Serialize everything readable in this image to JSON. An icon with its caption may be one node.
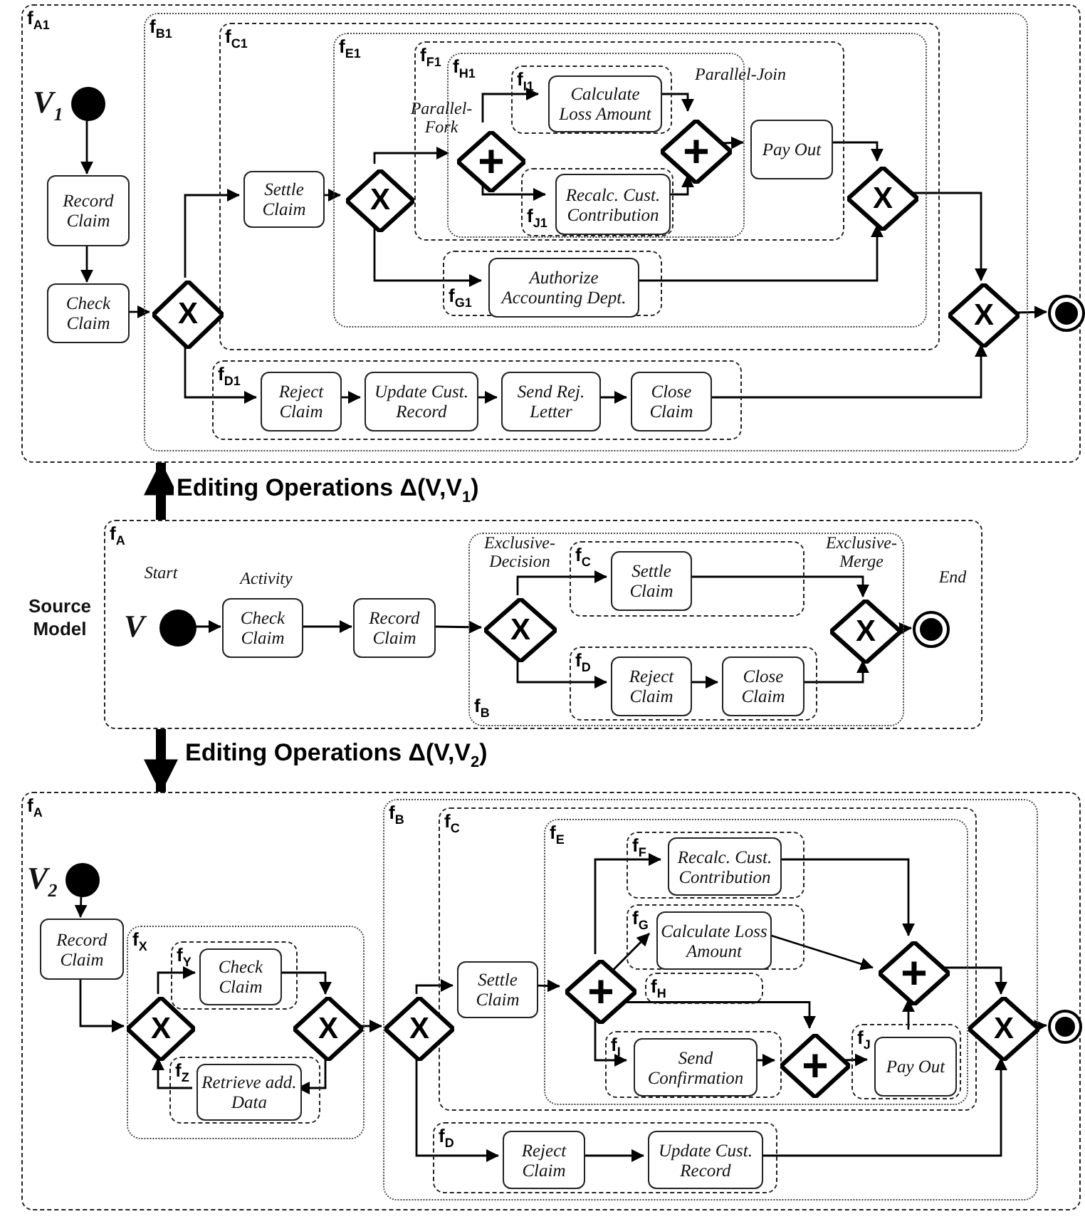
{
  "diagram": {
    "nodes": [
      {
        "text": [
          "f$_{A1}$"
        ]
      },
      {
        "text": [],
        "shape": "circle",
        "in": 0,
        "beside": [
          "V$_{1}$"
        ]
      },
      {
        "text": [
          "Record Claim"
        ],
        "in": 0
      },
      {
        "text": [
          "Check Claim"
        ],
        "in": 0
      },
      {
        "text": [
          "f$_{B1}$"
        ],
        "in": 0
      },
      {
        "text": [
          "X"
        ],
        "in": 4
      },
      {
        "text": [
          "f$_{C1}$"
        ],
        "in": 4
      },
      {
        "text": [
          "Settle Claim"
        ],
        "in": 6
      },
      {
        "text": [
          "f$_{E1}$"
        ],
        "in": 6
      },
      {
        "text": [
          "X"
        ],
        "in": 8
      },
      {
        "text": [
          "f$_{F1}$"
        ],
        "in": 8
      },
      {
        "text": [
          "f$_{H1}$"
        ],
        "in": 10
      },
      {
        "text": [
          "+"
        ],
        "in": 11,
        "beside": [
          "Parallel-Fork"
        ]
      },
      {
        "text": [
          "f$_{I1}$"
        ],
        "in": 11
      },
      {
        "text": [
          "Calculate Loss Amount"
        ],
        "in": 13
      },
      {
        "text": [
          "f$_{J1}$"
        ],
        "in": 11
      },
      {
        "text": [
          "Recalc. Cust. Contribution"
        ],
        "in": 15
      },
      {
        "text": [
          "+"
        ],
        "in": 11,
        "beside": [
          "Parallel-Join"
        ]
      },
      {
        "text": [
          "Pay Out"
        ],
        "in": 10
      },
      {
        "text": [
          "f$_{G1}$"
        ],
        "in": 8
      },
      {
        "text": [
          "Authorize Accounting Dept."
        ],
        "in": 19
      },
      {
        "text": [
          "X"
        ],
        "in": 8
      },
      {
        "text": [
          "f$_{D1}$"
        ],
        "in": 4
      },
      {
        "text": [
          "Reject Claim"
        ],
        "in": 22
      },
      {
        "text": [
          "Update Cust. Record"
        ],
        "in": 22
      },
      {
        "text": [
          "Send Rej. Letter"
        ],
        "in": 22
      },
      {
        "text": [
          "Close Claim"
        ],
        "in": 22
      },
      {
        "text": [
          "X"
        ],
        "in": 4
      },
      {
        "text": [],
        "shape": "circle",
        "in": 0
      },
      {
        "text": [
          "f$_{A}$"
        ],
        "beside": [
          "Source Model"
        ]
      },
      {
        "text": [],
        "shape": "circle",
        "in": 29,
        "beside": [
          "V",
          "Start"
        ]
      },
      {
        "text": [
          "Check Claim"
        ],
        "in": 29,
        "beside": [
          "Activity"
        ]
      },
      {
        "text": [
          "Record Claim"
        ],
        "in": 29
      },
      {
        "text": [
          "f$_{B}$"
        ],
        "in": 29
      },
      {
        "text": [
          "X"
        ],
        "in": 33,
        "beside": [
          "Exclusive-Decision"
        ]
      },
      {
        "text": [
          "f$_{C}$"
        ],
        "in": 33
      },
      {
        "text": [
          "Settle Claim"
        ],
        "in": 35
      },
      {
        "text": [
          "f$_{D}$"
        ],
        "in": 33
      },
      {
        "text": [
          "Reject Claim"
        ],
        "in": 37
      },
      {
        "text": [
          "Close Claim"
        ],
        "in": 37
      },
      {
        "text": [
          "X"
        ],
        "in": 33,
        "beside": [
          "Exclusive-Merge"
        ]
      },
      {
        "text": [],
        "shape": "circle",
        "in": 29,
        "beside": [
          "End"
        ]
      },
      {
        "text": [
          "f$_{A}$"
        ]
      },
      {
        "text": [],
        "shape": "circle",
        "in": 42,
        "beside": [
          "V$_{2}$"
        ]
      },
      {
        "text": [
          "Record Claim"
        ],
        "in": 42
      },
      {
        "text": [
          "f$_{X}$"
        ],
        "in": 42
      },
      {
        "text": [
          "X"
        ],
        "in": 45
      },
      {
        "text": [
          "f$_{Y}$"
        ],
        "in": 45
      },
      {
        "text": [
          "Check Claim"
        ],
        "in": 47
      },
      {
        "text": [
          "X"
        ],
        "in": 45
      },
      {
        "text": [
          "f$_{Z}$"
        ],
        "in": 45
      },
      {
        "text": [
          "Retrieve add. Data"
        ],
        "in": 50
      },
      {
        "text": [
          "f$_{B}$"
        ],
        "in": 42
      },
      {
        "text": [
          "X"
        ],
        "in": 52
      },
      {
        "text": [
          "f$_{C}$"
        ],
        "in": 52
      },
      {
        "text": [
          "Settle Claim"
        ],
        "in": 54
      },
      {
        "text": [
          "f$_{E}$"
        ],
        "in": 54
      },
      {
        "text": [
          "+"
        ],
        "in": 56
      },
      {
        "text": [
          "f$_{F}$"
        ],
        "in": 56
      },
      {
        "text": [
          "Recalc. Cust. Contribution"
        ],
        "in": 58
      },
      {
        "text": [
          "f$_{G}$"
        ],
        "in": 56
      },
      {
        "text": [
          "Calculate Loss Amount"
        ],
        "in": 60
      },
      {
        "text": [
          "f$_{H}$"
        ],
        "in": 56
      },
      {
        "text": [
          "f$_{I}$"
        ],
        "in": 56
      },
      {
        "text": [
          "Send Confirmation"
        ],
        "in": 63
      },
      {
        "text": [
          "+"
        ],
        "in": 56
      },
      {
        "text": [
          "f$_{J}$"
        ],
        "in": 56
      },
      {
        "text": [
          "Pay Out"
        ],
        "in": 66
      },
      {
        "text": [
          "+"
        ],
        "in": 56
      },
      {
        "text": [
          "f$_{D}$"
        ],
        "in": 52
      },
      {
        "text": [
          "Reject Claim"
        ],
        "in": 69
      },
      {
        "text": [
          "Update Cust. Record"
        ],
        "in": 69
      },
      {
        "text": [
          "X"
        ],
        "in": 52
      },
      {
        "text": [],
        "shape": "circle",
        "in": 42
      }
    ],
    "edges": [
      {
        "from": 1,
        "to": 2,
        "arrow": "to"
      },
      {
        "from": 2,
        "to": 3,
        "arrow": "to"
      },
      {
        "from": 3,
        "to": 5,
        "arrow": "to"
      },
      {
        "from": 5,
        "to": 7,
        "arrow": "to"
      },
      {
        "from": 5,
        "to": 23,
        "arrow": "to"
      },
      {
        "from": 7,
        "to": 9,
        "arrow": "to"
      },
      {
        "from": 9,
        "to": 12,
        "arrow": "to"
      },
      {
        "from": 9,
        "to": 20,
        "arrow": "to"
      },
      {
        "from": 12,
        "to": 14,
        "arrow": "to"
      },
      {
        "from": 12,
        "to": 16,
        "arrow": "to"
      },
      {
        "from": 14,
        "to": 17,
        "arrow": "to"
      },
      {
        "from": 16,
        "to": 17,
        "arrow": "to"
      },
      {
        "from": 17,
        "to": 18,
        "arrow": "to"
      },
      {
        "from": 18,
        "to": 21,
        "arrow": "to"
      },
      {
        "from": 20,
        "to": 21,
        "arrow": "to"
      },
      {
        "from": 21,
        "to": 27,
        "arrow": "to"
      },
      {
        "from": 23,
        "to": 24,
        "arrow": "to"
      },
      {
        "from": 24,
        "to": 25,
        "arrow": "to"
      },
      {
        "from": 25,
        "to": 26,
        "arrow": "to"
      },
      {
        "from": 26,
        "to": 27,
        "arrow": "to"
      },
      {
        "from": 27,
        "to": 28,
        "arrow": "to"
      },
      {
        "from": 29,
        "to": 0,
        "arrow": "to",
        "label": "Editing Operations Δ(V,V$_{1}$)",
        "style": "thick"
      },
      {
        "from": 30,
        "to": 31,
        "arrow": "to"
      },
      {
        "from": 31,
        "to": 32,
        "arrow": "to"
      },
      {
        "from": 32,
        "to": 34,
        "arrow": "to"
      },
      {
        "from": 34,
        "to": 36,
        "arrow": "to"
      },
      {
        "from": 34,
        "to": 38,
        "arrow": "to"
      },
      {
        "from": 36,
        "to": 40,
        "arrow": "to"
      },
      {
        "from": 38,
        "to": 39,
        "arrow": "to"
      },
      {
        "from": 39,
        "to": 40,
        "arrow": "to"
      },
      {
        "from": 40,
        "to": 41,
        "arrow": "to"
      },
      {
        "from": 29,
        "to": 42,
        "arrow": "to",
        "label": "Editing Operations Δ(V,V$_{2}$)",
        "style": "thick"
      },
      {
        "from": 43,
        "to": 44,
        "arrow": "to"
      },
      {
        "from": 44,
        "to": 46,
        "arrow": "to"
      },
      {
        "from": 46,
        "to": 48,
        "arrow": "to"
      },
      {
        "from": 48,
        "to": 49,
        "arrow": "to"
      },
      {
        "from": 49,
        "to": 51,
        "arrow": "to"
      },
      {
        "from": 51,
        "to": 46,
        "arrow": "to"
      },
      {
        "from": 49,
        "to": 53,
        "arrow": "to"
      },
      {
        "from": 53,
        "to": 55,
        "arrow": "to"
      },
      {
        "from": 53,
        "to": 70,
        "arrow": "to"
      },
      {
        "from": 55,
        "to": 57,
        "arrow": "to"
      },
      {
        "from": 57,
        "to": 59,
        "arrow": "to"
      },
      {
        "from": 57,
        "to": 61,
        "arrow": "to"
      },
      {
        "from": 57,
        "to": 65,
        "arrow": "to"
      },
      {
        "from": 57,
        "to": 64,
        "arrow": "to"
      },
      {
        "from": 59,
        "to": 68,
        "arrow": "to"
      },
      {
        "from": 61,
        "to": 68,
        "arrow": "to"
      },
      {
        "from": 64,
        "to": 65,
        "arrow": "to"
      },
      {
        "from": 65,
        "to": 67,
        "arrow": "to"
      },
      {
        "from": 67,
        "to": 68,
        "arrow": "to"
      },
      {
        "from": 68,
        "to": 72,
        "arrow": "to"
      },
      {
        "from": 70,
        "to": 71,
        "arrow": "to"
      },
      {
        "from": 71,
        "to": 72,
        "arrow": "to"
      },
      {
        "from": 72,
        "to": 73,
        "arrow": "to"
      }
    ]
  }
}
